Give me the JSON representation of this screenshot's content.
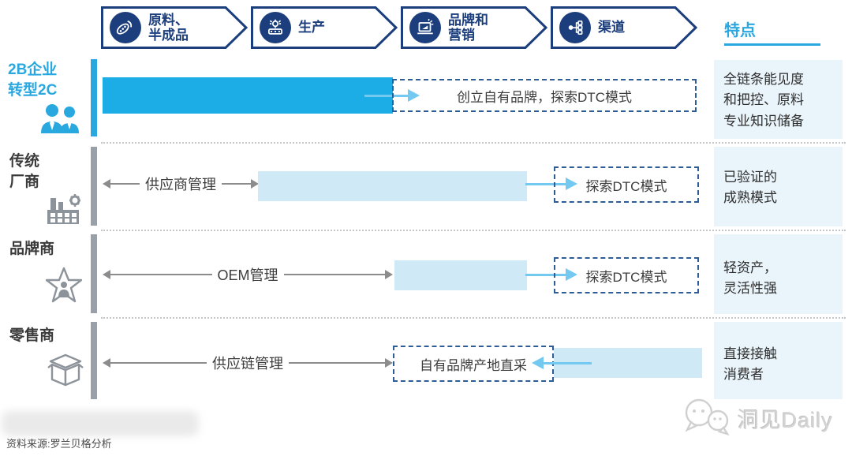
{
  "header": {
    "stages": [
      {
        "label": "原料、\n半成品",
        "icon": "raw-materials-beans-icon"
      },
      {
        "label": "生产",
        "icon": "production-machine-icon"
      },
      {
        "label": "品牌和\n营销",
        "icon": "brand-marketing-icon"
      },
      {
        "label": "渠道",
        "icon": "channel-network-icon"
      }
    ],
    "features_title": "特点"
  },
  "rows": [
    {
      "label": "2B企业\n转型2C",
      "icon": "two-people-icon",
      "bar_annotation": "创立自有品牌，探索DTC模式",
      "feature": "全链条能见度\n和把控、原料\n专业知识储备"
    },
    {
      "label": "传统\n厂商",
      "icon": "factory-icon",
      "range_label": "供应商管理",
      "bar_annotation": "探索DTC模式",
      "feature": "已验证的\n成熟模式"
    },
    {
      "label": "品牌商",
      "icon": "star-person-icon",
      "range_label": "OEM管理",
      "bar_annotation": "探索DTC模式",
      "feature": "轻资产，\n灵活性强"
    },
    {
      "label": "零售商",
      "icon": "package-box-icon",
      "range_label": "供应链管理",
      "bar_annotation": "自有品牌产地直采",
      "feature": "直接接触\n消费者"
    }
  ],
  "footer": {
    "source": "资料来源:罗兰贝格分析",
    "watermark": "洞见Daily"
  },
  "colors": {
    "navy": "#1c3e7c",
    "accent_blue": "#29a8e0",
    "solid_bar_blue": "#1dade6",
    "pale_bar_blue": "#cfe9f7",
    "arrow_blue": "#74c9f0"
  }
}
